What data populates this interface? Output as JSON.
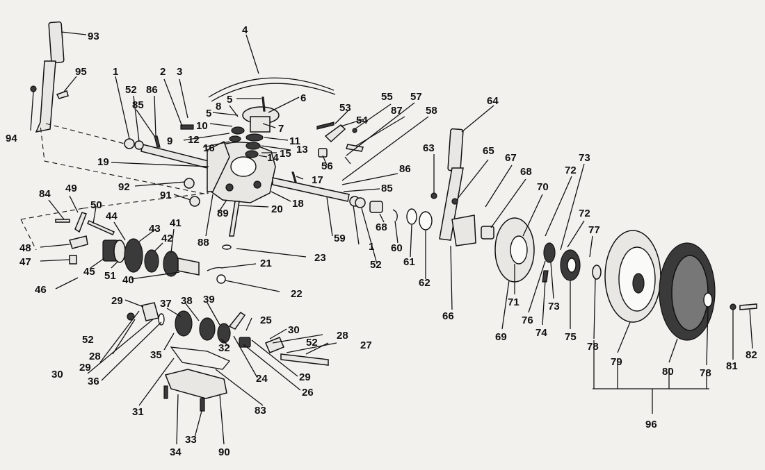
{
  "diagram": {
    "part_numbers": [
      "1",
      "2",
      "3",
      "4",
      "5",
      "6",
      "7",
      "8",
      "9",
      "10",
      "11",
      "12",
      "13",
      "14",
      "15",
      "16",
      "17",
      "18",
      "19",
      "20",
      "21",
      "22",
      "23",
      "24",
      "25",
      "26",
      "27",
      "28",
      "29",
      "30",
      "31",
      "32",
      "33",
      "34",
      "35",
      "36",
      "37",
      "38",
      "39",
      "40",
      "41",
      "42",
      "43",
      "44",
      "45",
      "46",
      "47",
      "48",
      "49",
      "50",
      "51",
      "52",
      "53",
      "54",
      "55",
      "56",
      "57",
      "58",
      "59",
      "60",
      "61",
      "62",
      "63",
      "64",
      "65",
      "66",
      "67",
      "68",
      "69",
      "70",
      "71",
      "72",
      "73",
      "74",
      "75",
      "76",
      "77",
      "78",
      "79",
      "80",
      "81",
      "82",
      "83",
      "84",
      "85",
      "86",
      "87",
      "88",
      "89",
      "90",
      "91",
      "92",
      "93",
      "94",
      "95",
      "96"
    ],
    "callouts": [
      {
        "id": "c93",
        "text": "93"
      },
      {
        "id": "c95",
        "text": "95"
      },
      {
        "id": "c94",
        "text": "94"
      },
      {
        "id": "c1a",
        "text": "1"
      },
      {
        "id": "c52a",
        "text": "52"
      },
      {
        "id": "c86a",
        "text": "86"
      },
      {
        "id": "c85a",
        "text": "85"
      },
      {
        "id": "c2",
        "text": "2"
      },
      {
        "id": "c3",
        "text": "3"
      },
      {
        "id": "c4",
        "text": "4"
      },
      {
        "id": "c5a",
        "text": "5"
      },
      {
        "id": "c5b",
        "text": "5"
      },
      {
        "id": "c8",
        "text": "8"
      },
      {
        "id": "c6",
        "text": "6"
      },
      {
        "id": "c7",
        "text": "7"
      },
      {
        "id": "c10",
        "text": "10"
      },
      {
        "id": "c9",
        "text": "9"
      },
      {
        "id": "c12",
        "text": "12"
      },
      {
        "id": "c16",
        "text": "16"
      },
      {
        "id": "c11",
        "text": "11"
      },
      {
        "id": "c13",
        "text": "13"
      },
      {
        "id": "c15",
        "text": "15"
      },
      {
        "id": "c14",
        "text": "14"
      },
      {
        "id": "c19",
        "text": "19"
      },
      {
        "id": "c92",
        "text": "92"
      },
      {
        "id": "c91",
        "text": "91"
      },
      {
        "id": "c17",
        "text": "17"
      },
      {
        "id": "c18",
        "text": "18"
      },
      {
        "id": "c20",
        "text": "20"
      },
      {
        "id": "c89",
        "text": "89"
      },
      {
        "id": "c88",
        "text": "88"
      },
      {
        "id": "c84",
        "text": "84"
      },
      {
        "id": "c49",
        "text": "49"
      },
      {
        "id": "c50",
        "text": "50"
      },
      {
        "id": "c44",
        "text": "44"
      },
      {
        "id": "c43",
        "text": "43"
      },
      {
        "id": "c41",
        "text": "41"
      },
      {
        "id": "c42",
        "text": "42"
      },
      {
        "id": "c48",
        "text": "48"
      },
      {
        "id": "c47",
        "text": "47"
      },
      {
        "id": "c45",
        "text": "45"
      },
      {
        "id": "c51",
        "text": "51"
      },
      {
        "id": "c40",
        "text": "40"
      },
      {
        "id": "c46",
        "text": "46"
      },
      {
        "id": "c23",
        "text": "23"
      },
      {
        "id": "c21",
        "text": "21"
      },
      {
        "id": "c22",
        "text": "22"
      },
      {
        "id": "c53",
        "text": "53"
      },
      {
        "id": "c54",
        "text": "54"
      },
      {
        "id": "c55",
        "text": "55"
      },
      {
        "id": "c87",
        "text": "87"
      },
      {
        "id": "c57",
        "text": "57"
      },
      {
        "id": "c58",
        "text": "58"
      },
      {
        "id": "c56",
        "text": "56"
      },
      {
        "id": "c86b",
        "text": "86"
      },
      {
        "id": "c85b",
        "text": "85"
      },
      {
        "id": "c59",
        "text": "59"
      },
      {
        "id": "c1b",
        "text": "1"
      },
      {
        "id": "c52b",
        "text": "52"
      },
      {
        "id": "c68a",
        "text": "68"
      },
      {
        "id": "c60",
        "text": "60"
      },
      {
        "id": "c61",
        "text": "61"
      },
      {
        "id": "c62",
        "text": "62"
      },
      {
        "id": "c63",
        "text": "63"
      },
      {
        "id": "c64",
        "text": "64"
      },
      {
        "id": "c65",
        "text": "65"
      },
      {
        "id": "c67",
        "text": "67"
      },
      {
        "id": "c68b",
        "text": "68"
      },
      {
        "id": "c66",
        "text": "66"
      },
      {
        "id": "c70",
        "text": "70"
      },
      {
        "id": "c73a",
        "text": "73"
      },
      {
        "id": "c72a",
        "text": "72"
      },
      {
        "id": "c72b",
        "text": "72"
      },
      {
        "id": "c77",
        "text": "77"
      },
      {
        "id": "c71",
        "text": "71"
      },
      {
        "id": "c76",
        "text": "76"
      },
      {
        "id": "c73b",
        "text": "73"
      },
      {
        "id": "c74",
        "text": "74"
      },
      {
        "id": "c75",
        "text": "75"
      },
      {
        "id": "c69",
        "text": "69"
      },
      {
        "id": "c78a",
        "text": "78"
      },
      {
        "id": "c79",
        "text": "79"
      },
      {
        "id": "c80",
        "text": "80"
      },
      {
        "id": "c78b",
        "text": "78"
      },
      {
        "id": "c81",
        "text": "81"
      },
      {
        "id": "c82",
        "text": "82"
      },
      {
        "id": "c96",
        "text": "96"
      },
      {
        "id": "c29a",
        "text": "29"
      },
      {
        "id": "c37",
        "text": "37"
      },
      {
        "id": "c38",
        "text": "38"
      },
      {
        "id": "c39",
        "text": "39"
      },
      {
        "id": "c25",
        "text": "25"
      },
      {
        "id": "c30a",
        "text": "30"
      },
      {
        "id": "c28a",
        "text": "28"
      },
      {
        "id": "c52c",
        "text": "52"
      },
      {
        "id": "c52d",
        "text": "52"
      },
      {
        "id": "c27",
        "text": "27"
      },
      {
        "id": "c28b",
        "text": "28"
      },
      {
        "id": "c29b",
        "text": "29"
      },
      {
        "id": "c30b",
        "text": "30"
      },
      {
        "id": "c36",
        "text": "36"
      },
      {
        "id": "c35",
        "text": "35"
      },
      {
        "id": "c32",
        "text": "32"
      },
      {
        "id": "c24",
        "text": "24"
      },
      {
        "id": "c29c",
        "text": "29"
      },
      {
        "id": "c26",
        "text": "26"
      },
      {
        "id": "c31",
        "text": "31"
      },
      {
        "id": "c83",
        "text": "83"
      },
      {
        "id": "c33",
        "text": "33"
      },
      {
        "id": "c34",
        "text": "34"
      },
      {
        "id": "c90",
        "text": "90"
      }
    ]
  },
  "colors": {
    "ink": "#111111",
    "paper": "#f2f1ee",
    "part_fill": "#e8e7e3",
    "dark_fill": "#3a3a3a"
  }
}
